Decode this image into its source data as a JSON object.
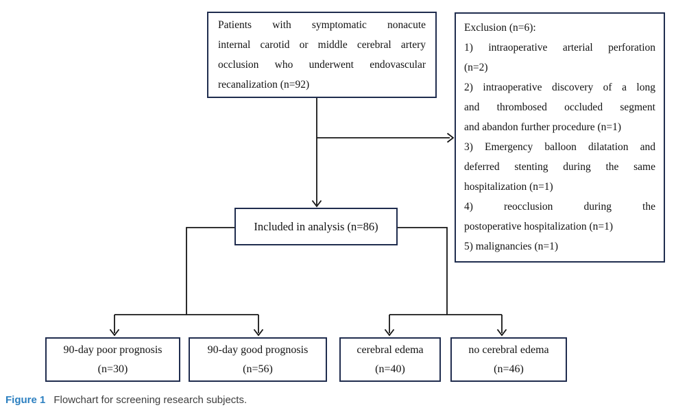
{
  "colors": {
    "box_border": "#1f2c4e",
    "connector_line": "#141414",
    "caption_label": "#2b7fc0",
    "caption_text": "#3d3d3d",
    "background": "#ffffff"
  },
  "flowchart": {
    "patients_box": {
      "lines": [
        "Patients with symptomatic nonacute",
        "internal carotid or middle cerebral artery",
        "occlusion who underwent endovascular",
        "recanalization (n=92)"
      ]
    },
    "exclusion_box": {
      "items": [
        [
          "Exclusion (n=6):"
        ],
        [
          "1) intraoperative arterial perforation",
          "(n=2)"
        ],
        [
          "2) intraoperative discovery of a long",
          "and thrombosed occluded segment",
          "and abandon further procedure (n=1)"
        ],
        [
          "3) Emergency balloon dilatation and",
          "deferred stenting during the same",
          "hospitalization (n=1)"
        ],
        [
          "4) reocclusion during the",
          "postoperative hospitalization (n=1)"
        ],
        [
          "5) malignancies (n=1)"
        ]
      ]
    },
    "included_box": {
      "label": "Included in analysis (n=86)"
    },
    "poor_box": {
      "line1": "90-day poor prognosis",
      "line2": "(n=30)"
    },
    "good_box": {
      "line1": "90-day good prognosis",
      "line2": "(n=56)"
    },
    "edema_box": {
      "line1": "cerebral edema",
      "line2": "(n=40)"
    },
    "no_edema_box": {
      "line1": "no cerebral edema",
      "line2": "(n=46)"
    }
  },
  "caption": {
    "label": "Figure 1",
    "text": "Flowchart for screening research subjects."
  }
}
